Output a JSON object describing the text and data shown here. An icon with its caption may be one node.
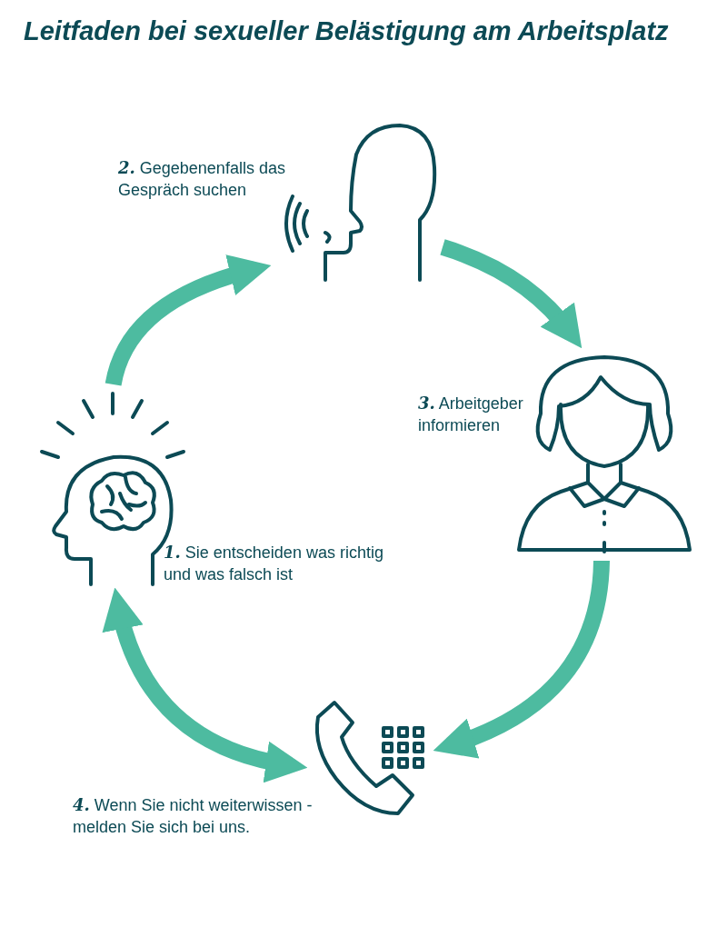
{
  "diagram": {
    "title": "Leitfaden bei sexueller Belästigung am Arbeitsplatz",
    "nodes": [
      {
        "text": [],
        "shape": "picture",
        "beside": [
          "**1.** Sie entscheiden was richtig und was falsch ist"
        ]
      },
      {
        "text": [],
        "shape": "picture",
        "beside": [
          "**2.** Gegebenenfalls das Gespräch suchen"
        ]
      },
      {
        "text": [],
        "shape": "picture",
        "beside": [
          "**3.** Arbeitgeber informieren"
        ]
      },
      {
        "text": [],
        "shape": "picture",
        "beside": [
          "**4.** Wenn Sie nicht weiterwissen - melden Sie sich bei uns."
        ]
      }
    ],
    "edges": [
      {
        "from": 0,
        "to": 1,
        "arrow": "to"
      },
      {
        "from": 1,
        "to": 2,
        "arrow": "to"
      },
      {
        "from": 2,
        "to": 3,
        "arrow": "to"
      },
      {
        "from": 3,
        "to": 0,
        "arrow": "both"
      }
    ]
  }
}
